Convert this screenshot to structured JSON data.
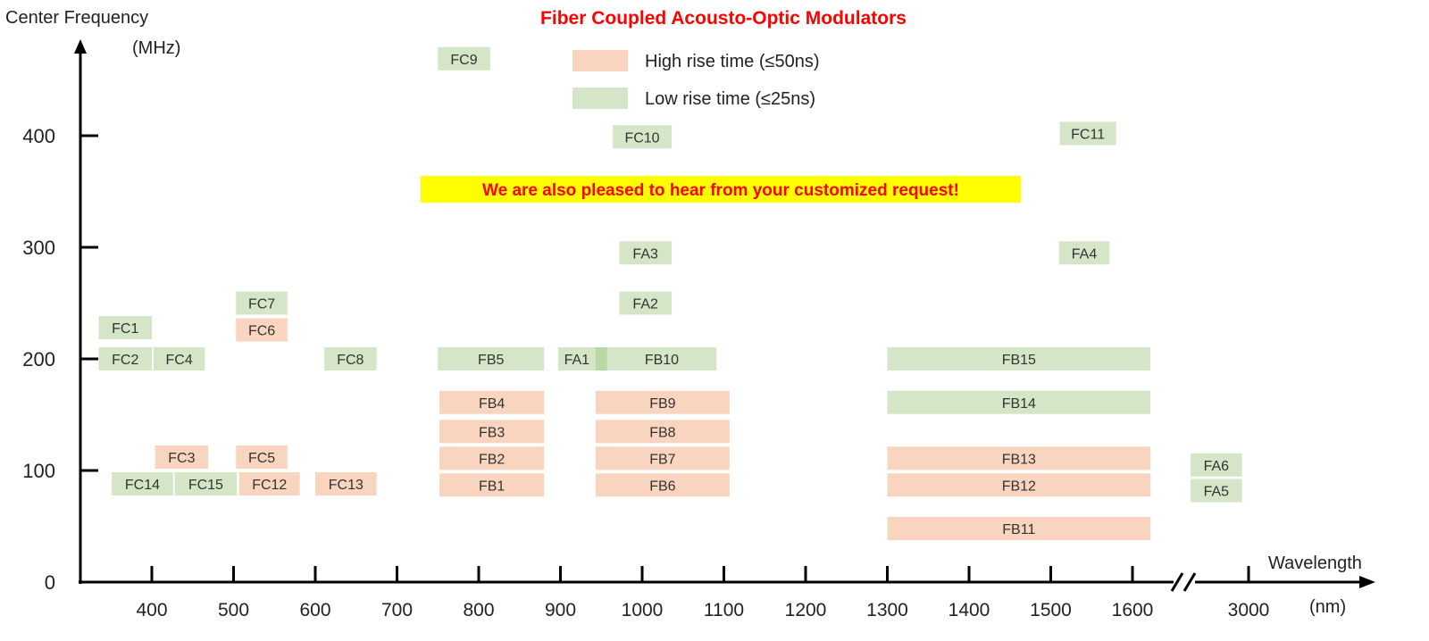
{
  "chart_data": {
    "type": "range-bar",
    "title": "Fiber Coupled Acousto-Optic Modulators",
    "banner": "We are also pleased to hear from your customized request!",
    "ylabel": [
      "Center Frequency",
      "(MHz)"
    ],
    "xlabel": "Wavelength",
    "xunit": "(nm)",
    "yticks": [
      0,
      100,
      200,
      300,
      400
    ],
    "xticks": [
      400,
      500,
      600,
      700,
      800,
      900,
      1000,
      1100,
      1200,
      1300,
      1400,
      1500,
      1600,
      3000
    ],
    "axis_break_between": [
      1600,
      3000
    ],
    "legend": [
      {
        "label": "High rise time (≤50ns)",
        "type": "high",
        "color": "#f9d5c0"
      },
      {
        "label": "Low rise time (≤25ns)",
        "type": "low",
        "color": "#d5e6c8"
      }
    ],
    "colors": {
      "high": "#f9d5c0",
      "low": "#d5e6c8",
      "overlap": "#b8d8a4",
      "title": "#ff0000",
      "banner_bg": "#ffff00"
    },
    "items": [
      {
        "name": "FC1",
        "x": [
          335,
          400
        ],
        "mhz": 228,
        "type": "low"
      },
      {
        "name": "FC2",
        "x": [
          335,
          400
        ],
        "mhz": 200,
        "type": "low"
      },
      {
        "name": "FC4",
        "x": [
          402,
          465
        ],
        "mhz": 200,
        "type": "low"
      },
      {
        "name": "FC7",
        "x": [
          503,
          566
        ],
        "mhz": 250,
        "type": "low"
      },
      {
        "name": "FC6",
        "x": [
          503,
          566
        ],
        "mhz": 226,
        "type": "high"
      },
      {
        "name": "FC8",
        "x": [
          611,
          675
        ],
        "mhz": 200,
        "type": "low"
      },
      {
        "name": "FB5",
        "x": [
          750,
          880
        ],
        "mhz": 200,
        "type": "low"
      },
      {
        "name": "FA1",
        "x": [
          897,
          957
        ],
        "mhz": 200,
        "type": "low"
      },
      {
        "name": "FB10",
        "x": [
          943,
          1091
        ],
        "mhz": 200,
        "type": "low"
      },
      {
        "name": "FB15",
        "x": [
          1300,
          1622
        ],
        "mhz": 200,
        "type": "low"
      },
      {
        "name": "FB14",
        "x": [
          1300,
          1622
        ],
        "mhz": 161,
        "type": "low"
      },
      {
        "name": "FB4",
        "x": [
          752,
          880
        ],
        "mhz": 161,
        "type": "high"
      },
      {
        "name": "FB3",
        "x": [
          752,
          880
        ],
        "mhz": 135,
        "type": "high"
      },
      {
        "name": "FB2",
        "x": [
          752,
          880
        ],
        "mhz": 111,
        "type": "high"
      },
      {
        "name": "FB1",
        "x": [
          752,
          880
        ],
        "mhz": 87,
        "type": "high"
      },
      {
        "name": "FB9",
        "x": [
          943,
          1107
        ],
        "mhz": 161,
        "type": "high"
      },
      {
        "name": "FB8",
        "x": [
          943,
          1107
        ],
        "mhz": 135,
        "type": "high"
      },
      {
        "name": "FB7",
        "x": [
          943,
          1107
        ],
        "mhz": 111,
        "type": "high"
      },
      {
        "name": "FB6",
        "x": [
          943,
          1107
        ],
        "mhz": 87,
        "type": "high"
      },
      {
        "name": "FB13",
        "x": [
          1300,
          1622
        ],
        "mhz": 111,
        "type": "high"
      },
      {
        "name": "FB12",
        "x": [
          1300,
          1622
        ],
        "mhz": 87,
        "type": "high"
      },
      {
        "name": "FB11",
        "x": [
          1300,
          1622
        ],
        "mhz": 48,
        "type": "high"
      },
      {
        "name": "FC3",
        "x": [
          404,
          469
        ],
        "mhz": 112,
        "type": "high"
      },
      {
        "name": "FC5",
        "x": [
          503,
          566
        ],
        "mhz": 112,
        "type": "high"
      },
      {
        "name": "FC14",
        "x": [
          351,
          426
        ],
        "mhz": 88,
        "type": "low"
      },
      {
        "name": "FC15",
        "x": [
          428,
          504
        ],
        "mhz": 88,
        "type": "low"
      },
      {
        "name": "FC12",
        "x": [
          507,
          581
        ],
        "mhz": 88,
        "type": "high"
      },
      {
        "name": "FC13",
        "x": [
          600,
          675
        ],
        "mhz": 88,
        "type": "high"
      },
      {
        "name": "FC9",
        "x": [
          750,
          814
        ],
        "mhz": 469,
        "type": "low"
      },
      {
        "name": "FC10",
        "x": [
          964,
          1036
        ],
        "mhz": 399,
        "type": "low"
      },
      {
        "name": "FC11",
        "x": [
          1511,
          1580
        ],
        "mhz": 402,
        "type": "low"
      },
      {
        "name": "FA3",
        "x": [
          972,
          1036
        ],
        "mhz": 295,
        "type": "low"
      },
      {
        "name": "FA2",
        "x": [
          972,
          1036
        ],
        "mhz": 250,
        "type": "low"
      },
      {
        "name": "FA4",
        "x": [
          1510,
          1572
        ],
        "mhz": 295,
        "type": "low"
      },
      {
        "name": "FA6",
        "x": [
          2929,
          2992
        ],
        "mhz": 105,
        "type": "low"
      },
      {
        "name": "FA5",
        "x": [
          2929,
          2992
        ],
        "mhz": 82,
        "type": "low"
      }
    ]
  }
}
